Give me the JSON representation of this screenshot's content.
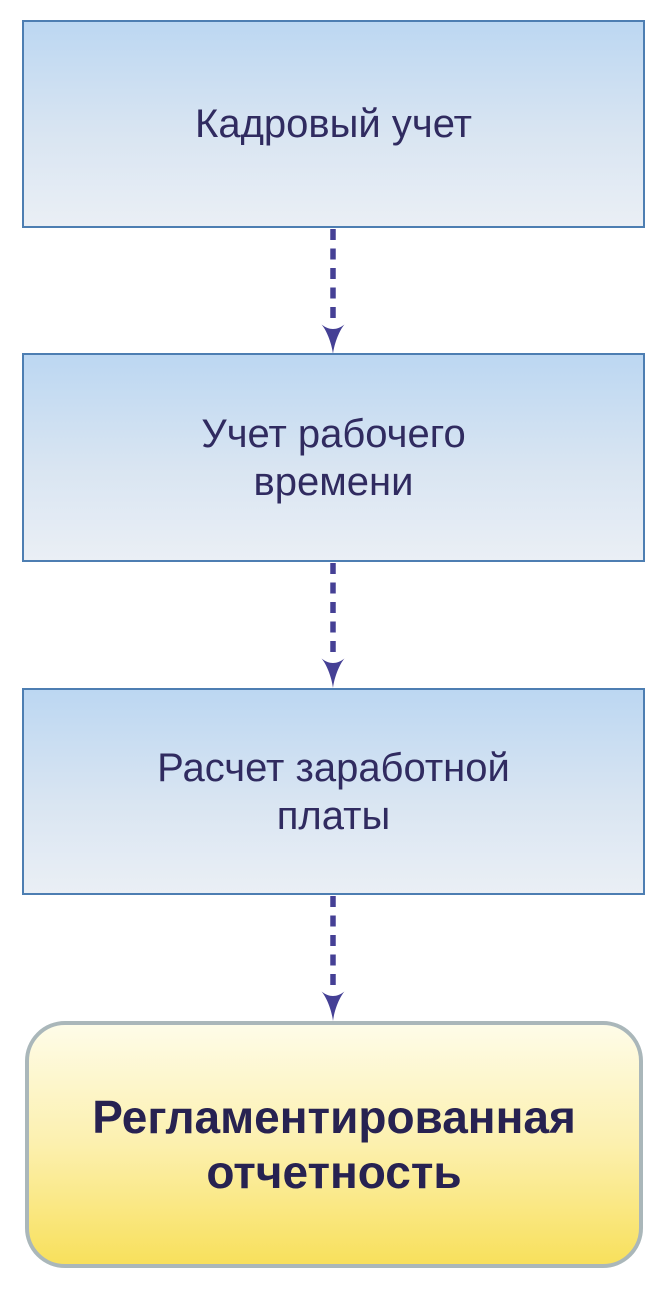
{
  "diagram": {
    "nodes": [
      {
        "id": "personnel-accounting",
        "type": "process",
        "label": "Кадровый учет"
      },
      {
        "id": "working-time-tracking",
        "type": "process",
        "label": "Учет рабочего\nвремени"
      },
      {
        "id": "payroll-calculation",
        "type": "process",
        "label": "Расчет заработной\nплаты"
      },
      {
        "id": "regulated-reporting",
        "type": "result",
        "label": "Регламентированная\nотчетность"
      }
    ],
    "connections": [
      {
        "from": "personnel-accounting",
        "to": "working-time-tracking",
        "style": "dashed-arrow"
      },
      {
        "from": "working-time-tracking",
        "to": "payroll-calculation",
        "style": "dashed-arrow"
      },
      {
        "from": "payroll-calculation",
        "to": "regulated-reporting",
        "style": "dashed-arrow"
      }
    ],
    "colors": {
      "process_fill_top": "#bcd7f2",
      "process_fill_bottom": "#eaeff5",
      "process_border": "#4d7eb2",
      "process_text": "#302b60",
      "result_fill_top": "#fefce8",
      "result_fill_bottom": "#f8e05c",
      "result_border": "#aab7ba",
      "result_text": "#272251",
      "arrow": "#454095",
      "background": "#ffffff"
    }
  }
}
